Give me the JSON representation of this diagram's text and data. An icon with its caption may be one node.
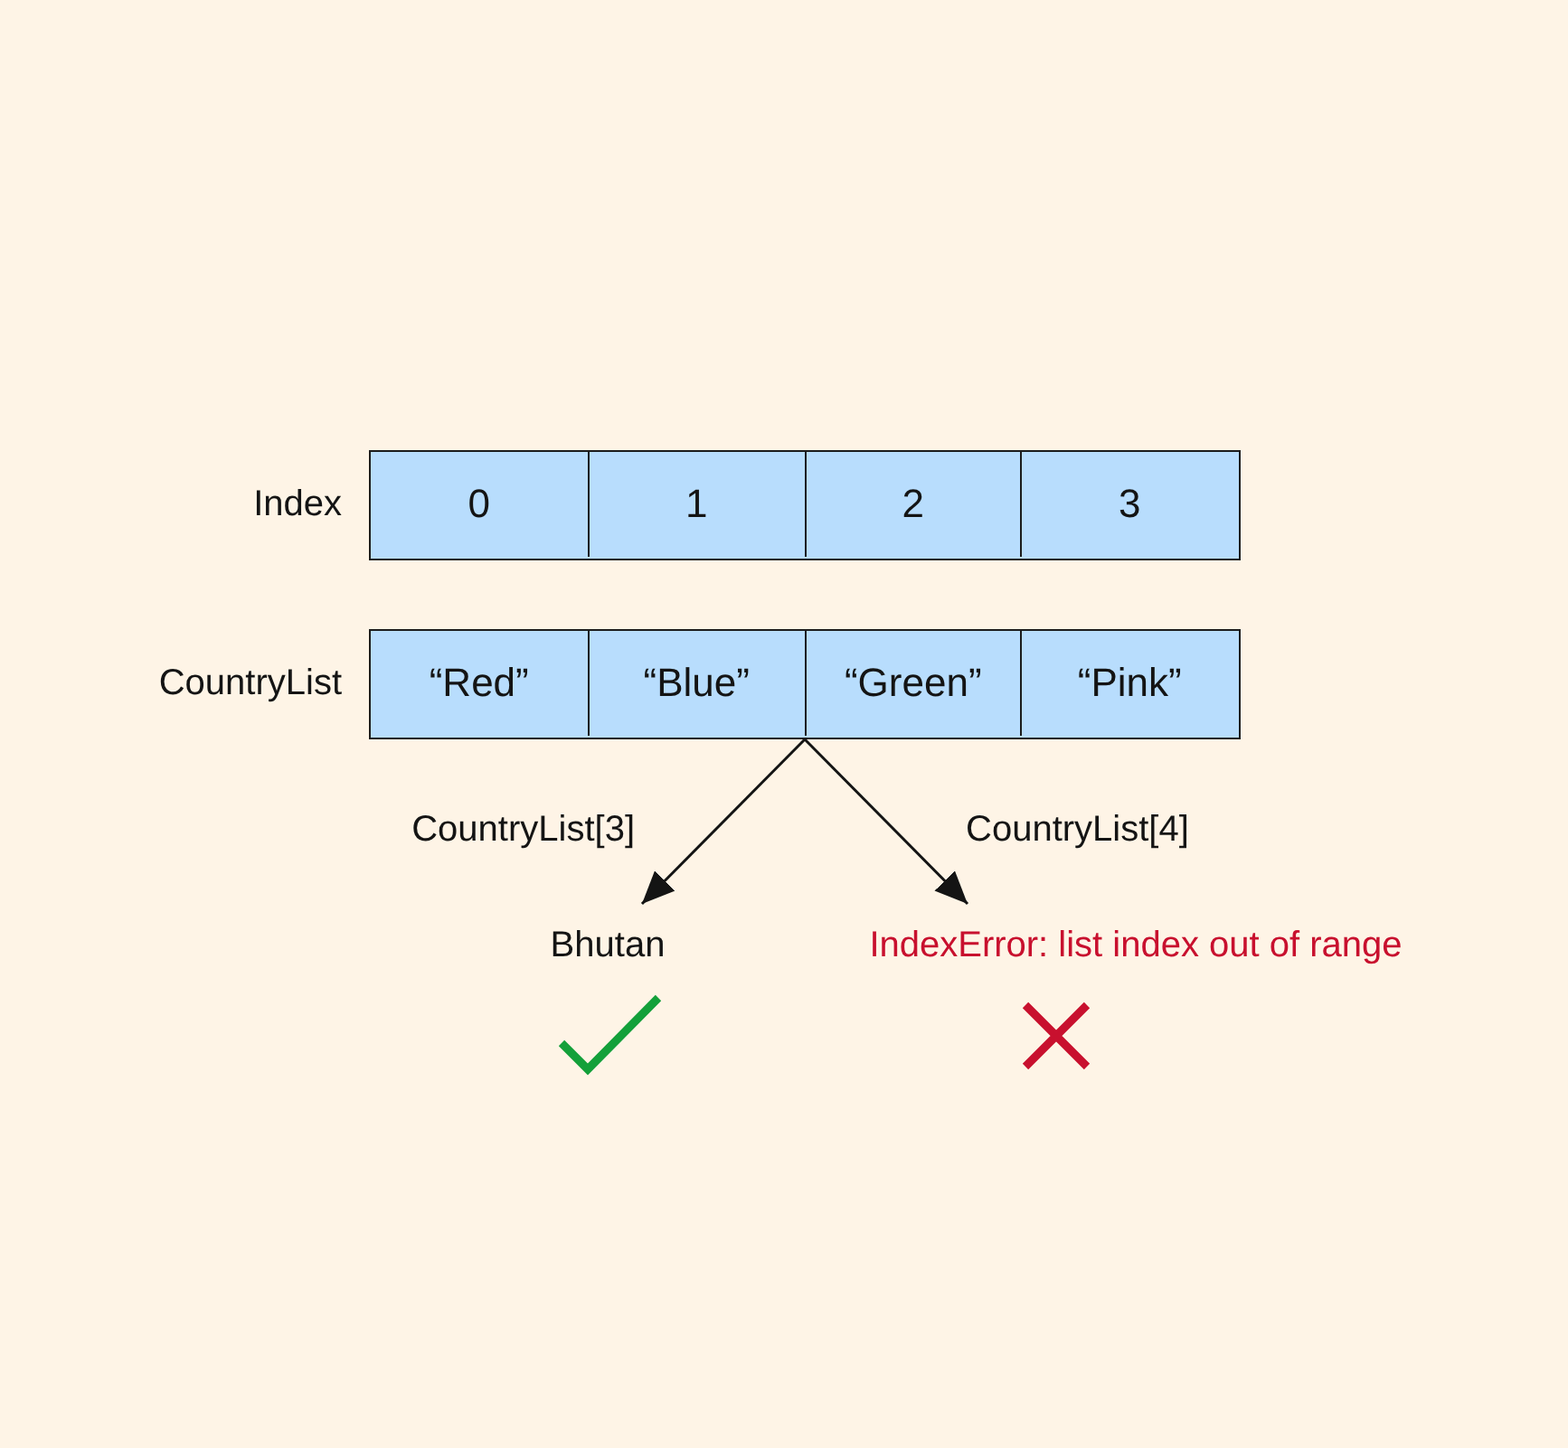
{
  "diagram": {
    "nodes": [
      {
        "text": [
          "Index"
        ]
      },
      {
        "text": [
          "0"
        ],
        "in": 0
      },
      {
        "text": [
          "1"
        ],
        "in": 0
      },
      {
        "text": [
          "2"
        ],
        "in": 0
      },
      {
        "text": [
          "3"
        ],
        "in": 0
      },
      {
        "text": [
          "CountryList"
        ]
      },
      {
        "text": [
          "“Red”"
        ],
        "in": 5
      },
      {
        "text": [
          "“Blue”"
        ],
        "in": 5
      },
      {
        "text": [
          "“Green”"
        ],
        "in": 5
      },
      {
        "text": [
          "“Pink”"
        ],
        "in": 5
      },
      {
        "text": [
          "Bhutan"
        ]
      },
      {
        "text": [
          "IndexError: list index out of range"
        ]
      }
    ],
    "edges": [
      {
        "from": 5,
        "to": 10,
        "arrow": "to",
        "label": "CountryList[3]"
      },
      {
        "from": 5,
        "to": 11,
        "arrow": "to",
        "label": "CountryList[4]"
      }
    ]
  }
}
